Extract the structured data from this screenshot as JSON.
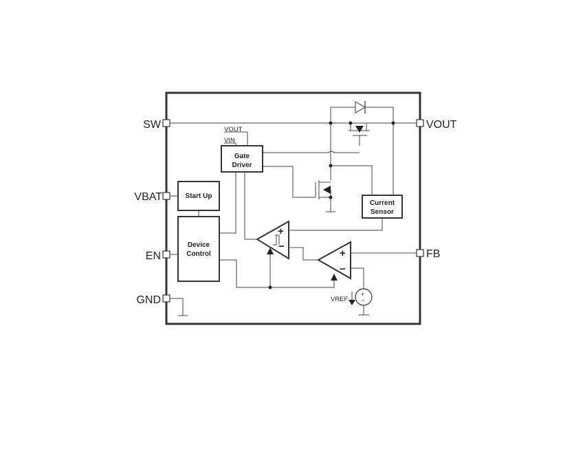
{
  "pins": {
    "sw": "SW",
    "vbat": "VBAT",
    "en": "EN",
    "gnd": "GND",
    "vout": "VOUT",
    "fb": "FB"
  },
  "blocks": {
    "gate_driver_line1": "Gate",
    "gate_driver_line2": "Driver",
    "start_up": "Start Up",
    "device_control_line1": "Device",
    "device_control_line2": "Control",
    "current_sensor_line1": "Current",
    "current_sensor_line2": "Sensor"
  },
  "labels": {
    "vout_in": "VOUT",
    "vin_in": "VIN",
    "vref": "VREF"
  },
  "signs": {
    "comp_plus": "+",
    "comp_minus": "−",
    "amp_plus": "+",
    "amp_minus": "−",
    "src_plus": "+",
    "src_minus": "−"
  }
}
